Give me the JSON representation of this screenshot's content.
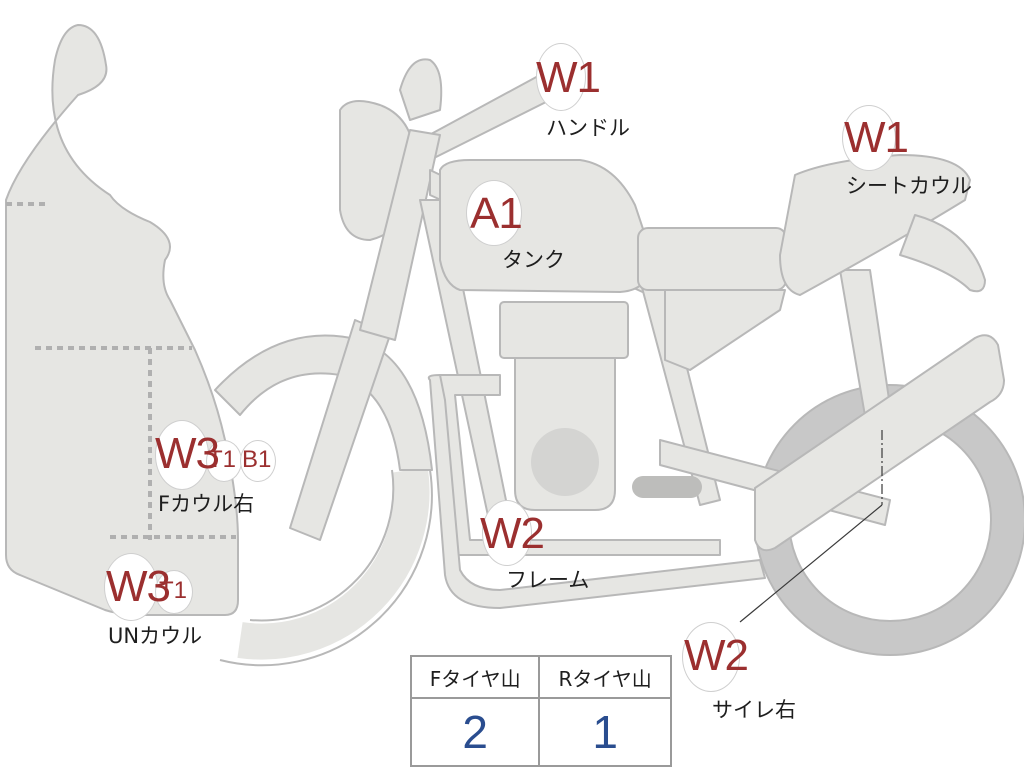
{
  "colors": {
    "body_fill": "#e6e6e3",
    "body_stroke": "#b8b8b8",
    "code_color": "#9b2f2f",
    "value_color": "#2a4d8f",
    "dot_line": "#b0b0b0"
  },
  "parts": {
    "handle": {
      "code": "W1",
      "label": "ハンドル"
    },
    "seat_cowl": {
      "code": "W1",
      "label": "シートカウル"
    },
    "tank": {
      "code": "A1",
      "label": "タンク"
    },
    "f_cowl_right": {
      "code": "W3",
      "extra1": "T1",
      "extra2": "B1",
      "label": "Fカウル右"
    },
    "frame": {
      "code": "W2",
      "label": "フレーム"
    },
    "un_cowl": {
      "code": "W3",
      "extra1": "T1",
      "label": "UNカウル"
    },
    "silencer_right": {
      "code": "W2",
      "label": "サイレ右"
    }
  },
  "tire_table": {
    "front_header": "Fタイヤ山",
    "rear_header": "Rタイヤ山",
    "front_value": "2",
    "rear_value": "1"
  }
}
